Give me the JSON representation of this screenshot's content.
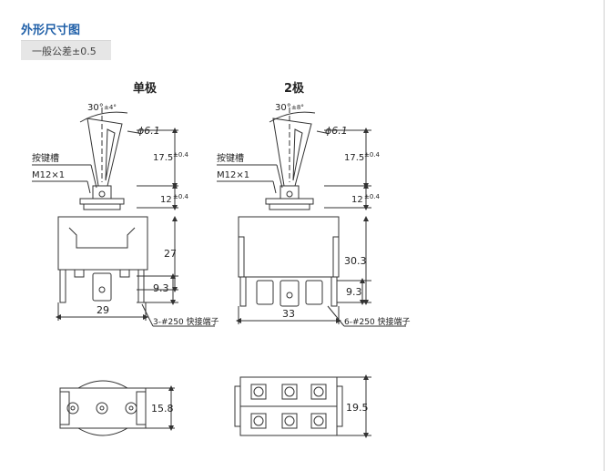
{
  "header": {
    "title": "外形尺寸图",
    "tolerance": "一般公差±0.5"
  },
  "drawing_left": {
    "title": "单极",
    "angle_main": "30°",
    "angle_tol": "±4°",
    "diameter": "ϕ6.1",
    "dim_lever_main": "17.5",
    "dim_lever_tol": "±0.4",
    "dim_bushing_main": "12",
    "dim_bushing_tol": "±0.4",
    "label_keyway": "按键槽",
    "label_thread": "M12×1",
    "dim_body_height": "27",
    "dim_terminal": "9.3",
    "dim_width": "29",
    "terminal_note": "3-#250 快接端子",
    "dim_bottom_height": "15.8"
  },
  "drawing_right": {
    "title": "2极",
    "angle_main": "30°",
    "angle_tol": "±8°",
    "diameter": "ϕ6.1",
    "dim_lever_main": "17.5",
    "dim_lever_tol": "±0.4",
    "dim_bushing_main": "12",
    "dim_bushing_tol": "±0.4",
    "label_keyway": "按键槽",
    "label_thread": "M12×1",
    "dim_body_height": "30.3",
    "dim_terminal": "9.3",
    "dim_width": "33",
    "terminal_note": "6-#250 快接端子",
    "dim_bottom_height": "19.5"
  },
  "colors": {
    "title": "#1f5fa8",
    "line": "#333333"
  }
}
